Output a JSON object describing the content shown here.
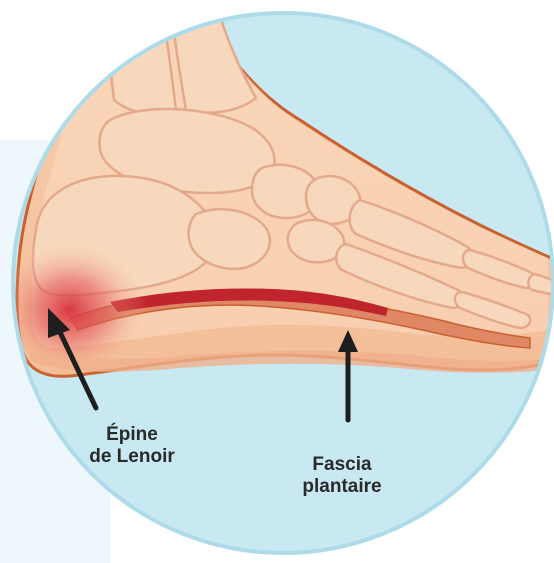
{
  "labels": {
    "heel_spur": {
      "line1": "Épine",
      "line2": "de Lenoir"
    },
    "plantar_fascia": {
      "line1": "Fascia",
      "line2": "plantaire"
    }
  },
  "colors": {
    "circle_fill": "#c9e9f2",
    "circle_border": "#aedbea",
    "bg_panel": "#eef7fb",
    "skin": "#f6c9a6",
    "skin_light": "#fbdcc3",
    "skin_outline": "#c9602d",
    "bone_fill": "#f8d8bc",
    "bone_line": "#e4a98b",
    "fascia": "#c0242c",
    "inflammation": "#d8303a",
    "arrow": "#1e1e1e",
    "text": "#2a2a2a"
  }
}
